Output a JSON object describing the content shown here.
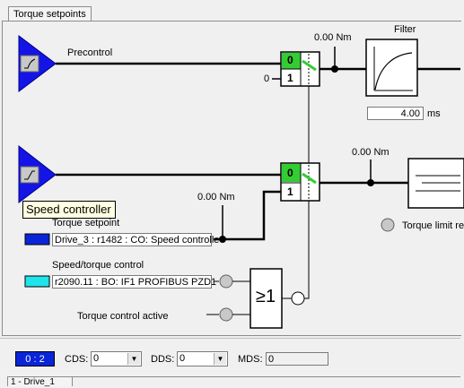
{
  "tab_label": "Torque setpoints",
  "diagram": {
    "precontrol_label": "Precontrol",
    "value_precontrol_out": "0.00 Nm",
    "switch_top_0": "0",
    "switch_top_1": "1",
    "zero_input": "0",
    "filter_title": "Filter",
    "filter_time_value": "4.00",
    "filter_time_unit": "ms",
    "value_speed_out": "0.00 Nm",
    "switch_bottom_0": "0",
    "switch_bottom_1": "1",
    "value_setpoint": "0.00 Nm",
    "torque_limit_label": "Torque limit re",
    "torque_setpoint_label": "Torque setpoint",
    "torque_setpoint_source": "Drive_3 : r1482 : CO: Speed controlle",
    "speed_torque_label": "Speed/torque control",
    "speed_torque_source": "r2090.11 : BO: IF1 PROFIBUS PZD1",
    "or_gate_label": "≥1",
    "torque_active_label": "Torque control active"
  },
  "tooltip": "Speed controller",
  "status": {
    "drive_index": "0 : 2",
    "cds_label": "CDS:",
    "cds_value": "0",
    "dds_label": "DDS:",
    "dds_value": "0",
    "mds_label": "MDS:",
    "mds_value": "0"
  },
  "bottom_tab_label": "1 - Drive_1",
  "colors": {
    "triangle_blue": "#1414e6",
    "switch_green": "#33cc33",
    "source_blue": "#0a24d8",
    "source_cyan": "#1fe4ec"
  }
}
